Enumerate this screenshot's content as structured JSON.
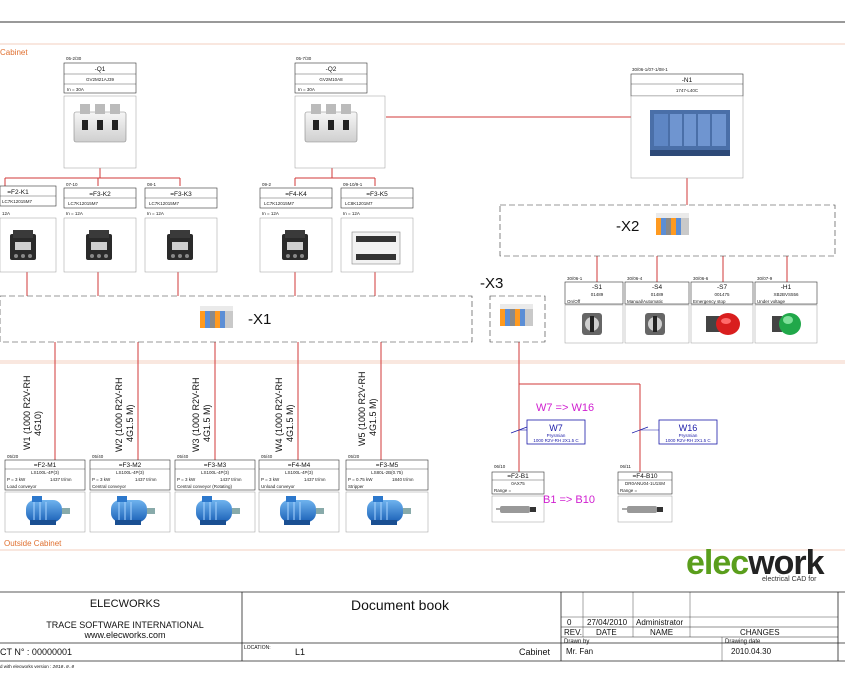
{
  "zones": {
    "cabinet": "Cabinet",
    "outside": "Outside Cabinet"
  },
  "breakers": [
    {
      "page": "05-2/30",
      "tag": "-Q1",
      "model": "GV2M21AJ39",
      "rating": "In = 30A"
    },
    {
      "page": "05-7/30",
      "tag": "-Q2",
      "model": "GV2M10A8",
      "rating": "In = 30A"
    }
  ],
  "plc": {
    "page": "30/06-1/07-1/08-1",
    "tag": "-N1",
    "model": "1747-L40C"
  },
  "contactors": [
    {
      "page": "",
      "tag": "=F2-K1",
      "model": "LC7K12015M7",
      "rating": "12A"
    },
    {
      "page": "07-10",
      "tag": "=F3-K2",
      "model": "LC7K12015M7",
      "rating": "In = 12A"
    },
    {
      "page": "08-1",
      "tag": "=F3-K3",
      "model": "LC7K12015M7",
      "rating": "In = 12A"
    },
    {
      "page": "09-2",
      "tag": "=F4-K4",
      "model": "LC7K12015M7",
      "rating": "In = 12A"
    },
    {
      "page": "09-10/9-1",
      "tag": "=F3-K5",
      "model": "LC8K1201M7",
      "rating": "In = 12A"
    }
  ],
  "terminals": {
    "x1": "-X1",
    "x2": "-X2",
    "x3": "-X3"
  },
  "switches": [
    {
      "page": "30/06-1",
      "tag": "-S1",
      "model": "01489",
      "desc": "On/Off"
    },
    {
      "page": "30/06-4",
      "tag": "-S4",
      "model": "01489",
      "desc": "Manual/Automatic"
    },
    {
      "page": "30/06-6",
      "tag": "-S7",
      "model": "001475",
      "desc": "Emergency stop"
    },
    {
      "page": "30/07-9",
      "tag": "-H1",
      "model": "XB2BVS556",
      "desc": "Under voltage"
    }
  ],
  "cables": [
    {
      "line1": "W1 (1000 R2V-RH",
      "line2": "4G10)"
    },
    {
      "line1": "W2 (1000 R2V-RH",
      "line2": "4G1.5 M)"
    },
    {
      "line1": "W3 (1000 R2V-RH",
      "line2": "4G1.5 M)"
    },
    {
      "line1": "W4 (1000 R2V-RH",
      "line2": "4G1.5 M)"
    },
    {
      "line1": "W5 (1000 R2V-RH",
      "line2": "4G1.5 M)"
    }
  ],
  "motors": [
    {
      "page": "05/20",
      "tag": "=F2-M1",
      "model": "LS100L-4P(3)",
      "power": "P = 3 kW",
      "speed": "1437 tr/mn",
      "desc": "Load conveyor"
    },
    {
      "page": "05/40",
      "tag": "=F3-M2",
      "model": "LS100L-4P(3)",
      "power": "P = 3 kW",
      "speed": "1437 tr/mn",
      "desc": "Central conveyor"
    },
    {
      "page": "05/40",
      "tag": "=F3-M3",
      "model": "LS100L-4P(3)",
      "power": "P = 3 kW",
      "speed": "1437 tr/mn",
      "desc": "Central conveyor (Rotating)"
    },
    {
      "page": "05/40",
      "tag": "=F4-M4",
      "model": "LS100L-4P(3)",
      "power": "P = 3 kW",
      "speed": "1437 tr/mn",
      "desc": "Unload conveyor"
    },
    {
      "page": "05/20",
      "tag": "=F3-M5",
      "model": "LS80L-2B(0.75)",
      "power": "P = 0.75 kW",
      "speed": "1840 tr/mn",
      "desc": "Stripper"
    }
  ],
  "sensor_cables": [
    {
      "tag": "W7",
      "spec": "Prysmian",
      "detail": "1000 R2V-RH 2X1.5 C"
    },
    {
      "tag": "W16",
      "spec": "Prysmian",
      "detail": "1000 R2V-RH 2X1.5 C"
    }
  ],
  "sensors": [
    {
      "page": "06/10",
      "tag": "=F2-B1",
      "model": "0AX75",
      "range": "Range ="
    },
    {
      "page": "06/11",
      "tag": "=F4-B10",
      "model": "DR0ANU04-1U1SM",
      "range": "Range ="
    }
  ],
  "annotations": {
    "cable_rename": "W7 => W16",
    "sensor_rename": "B1 => B10"
  },
  "logo": {
    "brand_a": "elec",
    "brand_b": "work",
    "tagline": "electrical CAD for"
  },
  "title_block": {
    "company": "ELECWORKS",
    "company_addr1": "TRACE SOFTWARE INTERNATIONAL",
    "company_addr2": "www.elecworks.com",
    "project": "CT N° : 00000001",
    "document": "Document book",
    "location_label": "LOCATION:",
    "location": "L1",
    "cabinet": "Cabinet",
    "version": "d with elecworks version :",
    "version_num": "2010.0.0",
    "rev_no": "0",
    "rev_date": "27/04/2010",
    "rev_name": "Administrator",
    "col_rev": "REV.",
    "col_date": "DATE",
    "col_name": "NAME",
    "col_changes": "CHANGES",
    "drawn_by_label": "Drawn by",
    "drawn_by": "Mr. Fan",
    "drawing_date_label": "Drawing date",
    "drawing_date": "2010.04.30"
  },
  "colors": {
    "wire": "#d23a3a",
    "annotation": "#d01fd0",
    "zone": "#e07030",
    "blue_box": "#1a1aa8",
    "logo_green": "#5a9e1c"
  }
}
